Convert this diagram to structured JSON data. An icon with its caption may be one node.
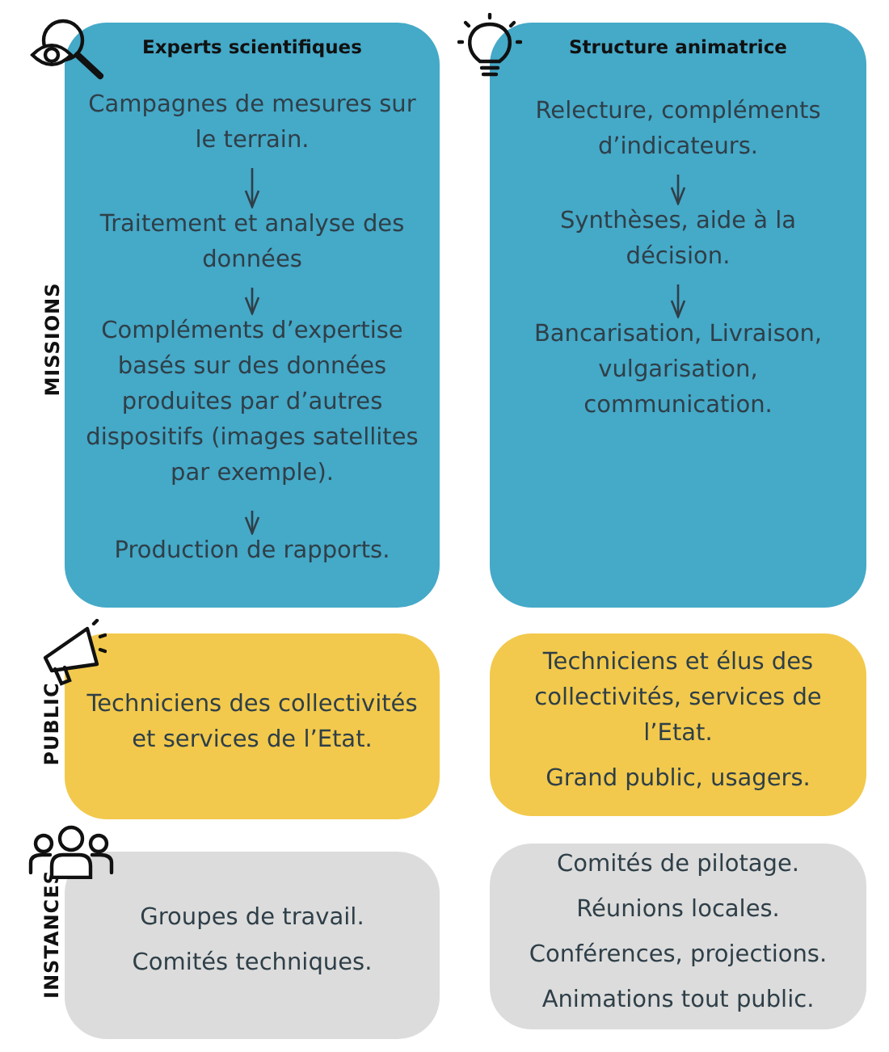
{
  "diagram": {
    "nodes": [
      {
        "text": [
          "Experts scientifiques"
        ]
      },
      {
        "text": [
          "Campagnes de mesures sur le terrain."
        ],
        "in": 0
      },
      {
        "text": [
          "Traitement et analyse des données"
        ],
        "in": 0
      },
      {
        "text": [
          "Compléments d’expertise basés sur des données produites par d’autres dispositifs (images satellites par exemple)."
        ],
        "in": 0
      },
      {
        "text": [
          "Production de rapports."
        ],
        "in": 0
      },
      {
        "text": [
          "Structure animatrice"
        ]
      },
      {
        "text": [
          "Relecture, compléments d’indicateurs."
        ],
        "in": 5
      },
      {
        "text": [
          "Synthèses, aide à la décision."
        ],
        "in": 5
      },
      {
        "text": [
          "Bancarisation, Livraison, vulgarisation, communication."
        ],
        "in": 5
      },
      {
        "text": [
          "Techniciens des collectivités et services de l’Etat."
        ]
      },
      {
        "text": [
          "Techniciens et élus des collectivités, services de l’Etat.",
          "Grand public, usagers."
        ]
      },
      {
        "text": [
          "Groupes de travail.",
          "Comités techniques."
        ]
      },
      {
        "text": [
          "Comités de pilotage.",
          "Réunions locales.",
          "Conférences, projections.",
          "Animations tout public."
        ]
      }
    ],
    "edges": [
      {
        "from": 1,
        "to": 2,
        "arrow": "to"
      },
      {
        "from": 2,
        "to": 3,
        "arrow": "to"
      },
      {
        "from": 3,
        "to": 4,
        "arrow": "to"
      },
      {
        "from": 6,
        "to": 7,
        "arrow": "to"
      },
      {
        "from": 7,
        "to": 8,
        "arrow": "to"
      }
    ],
    "labels": [
      "MISSIONS",
      "PUBLIC",
      "INSTANCES"
    ]
  }
}
